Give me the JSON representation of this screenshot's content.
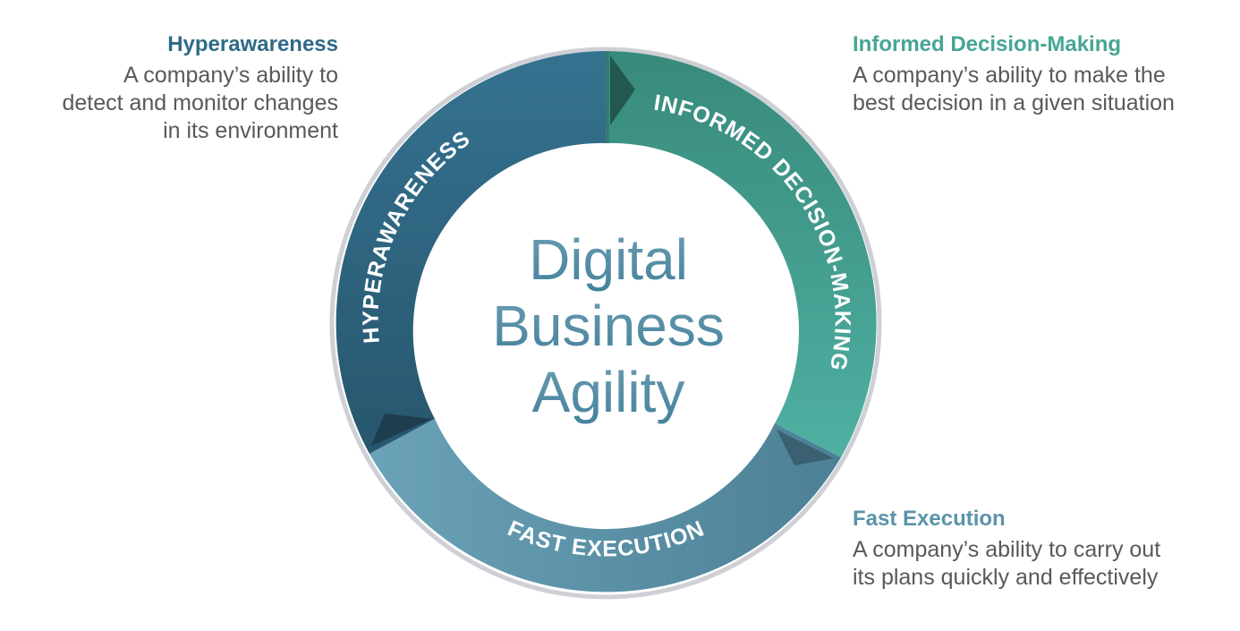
{
  "center_title": [
    "Digital",
    "Business",
    "Agility"
  ],
  "ring": {
    "hyperawareness": "HYPERAWARENESS",
    "informed": "INFORMED DECISION-MAKING",
    "fast": "FAST EXECUTION"
  },
  "descriptions": [
    {
      "title": "Hyperawareness",
      "lines": [
        "A company’s ability to",
        "detect and monitor changes",
        "in its environment"
      ]
    },
    {
      "title": "Informed Decision-Making",
      "lines": [
        "A company’s ability to make the",
        "best decision in a given situation"
      ]
    },
    {
      "title": "Fast Execution",
      "lines": [
        "A company’s ability to carry out",
        "its plans quickly and effectively"
      ]
    }
  ],
  "colors": {
    "hyper": "#316b89",
    "informed": "#45a191",
    "fast": "#5f96ad"
  }
}
